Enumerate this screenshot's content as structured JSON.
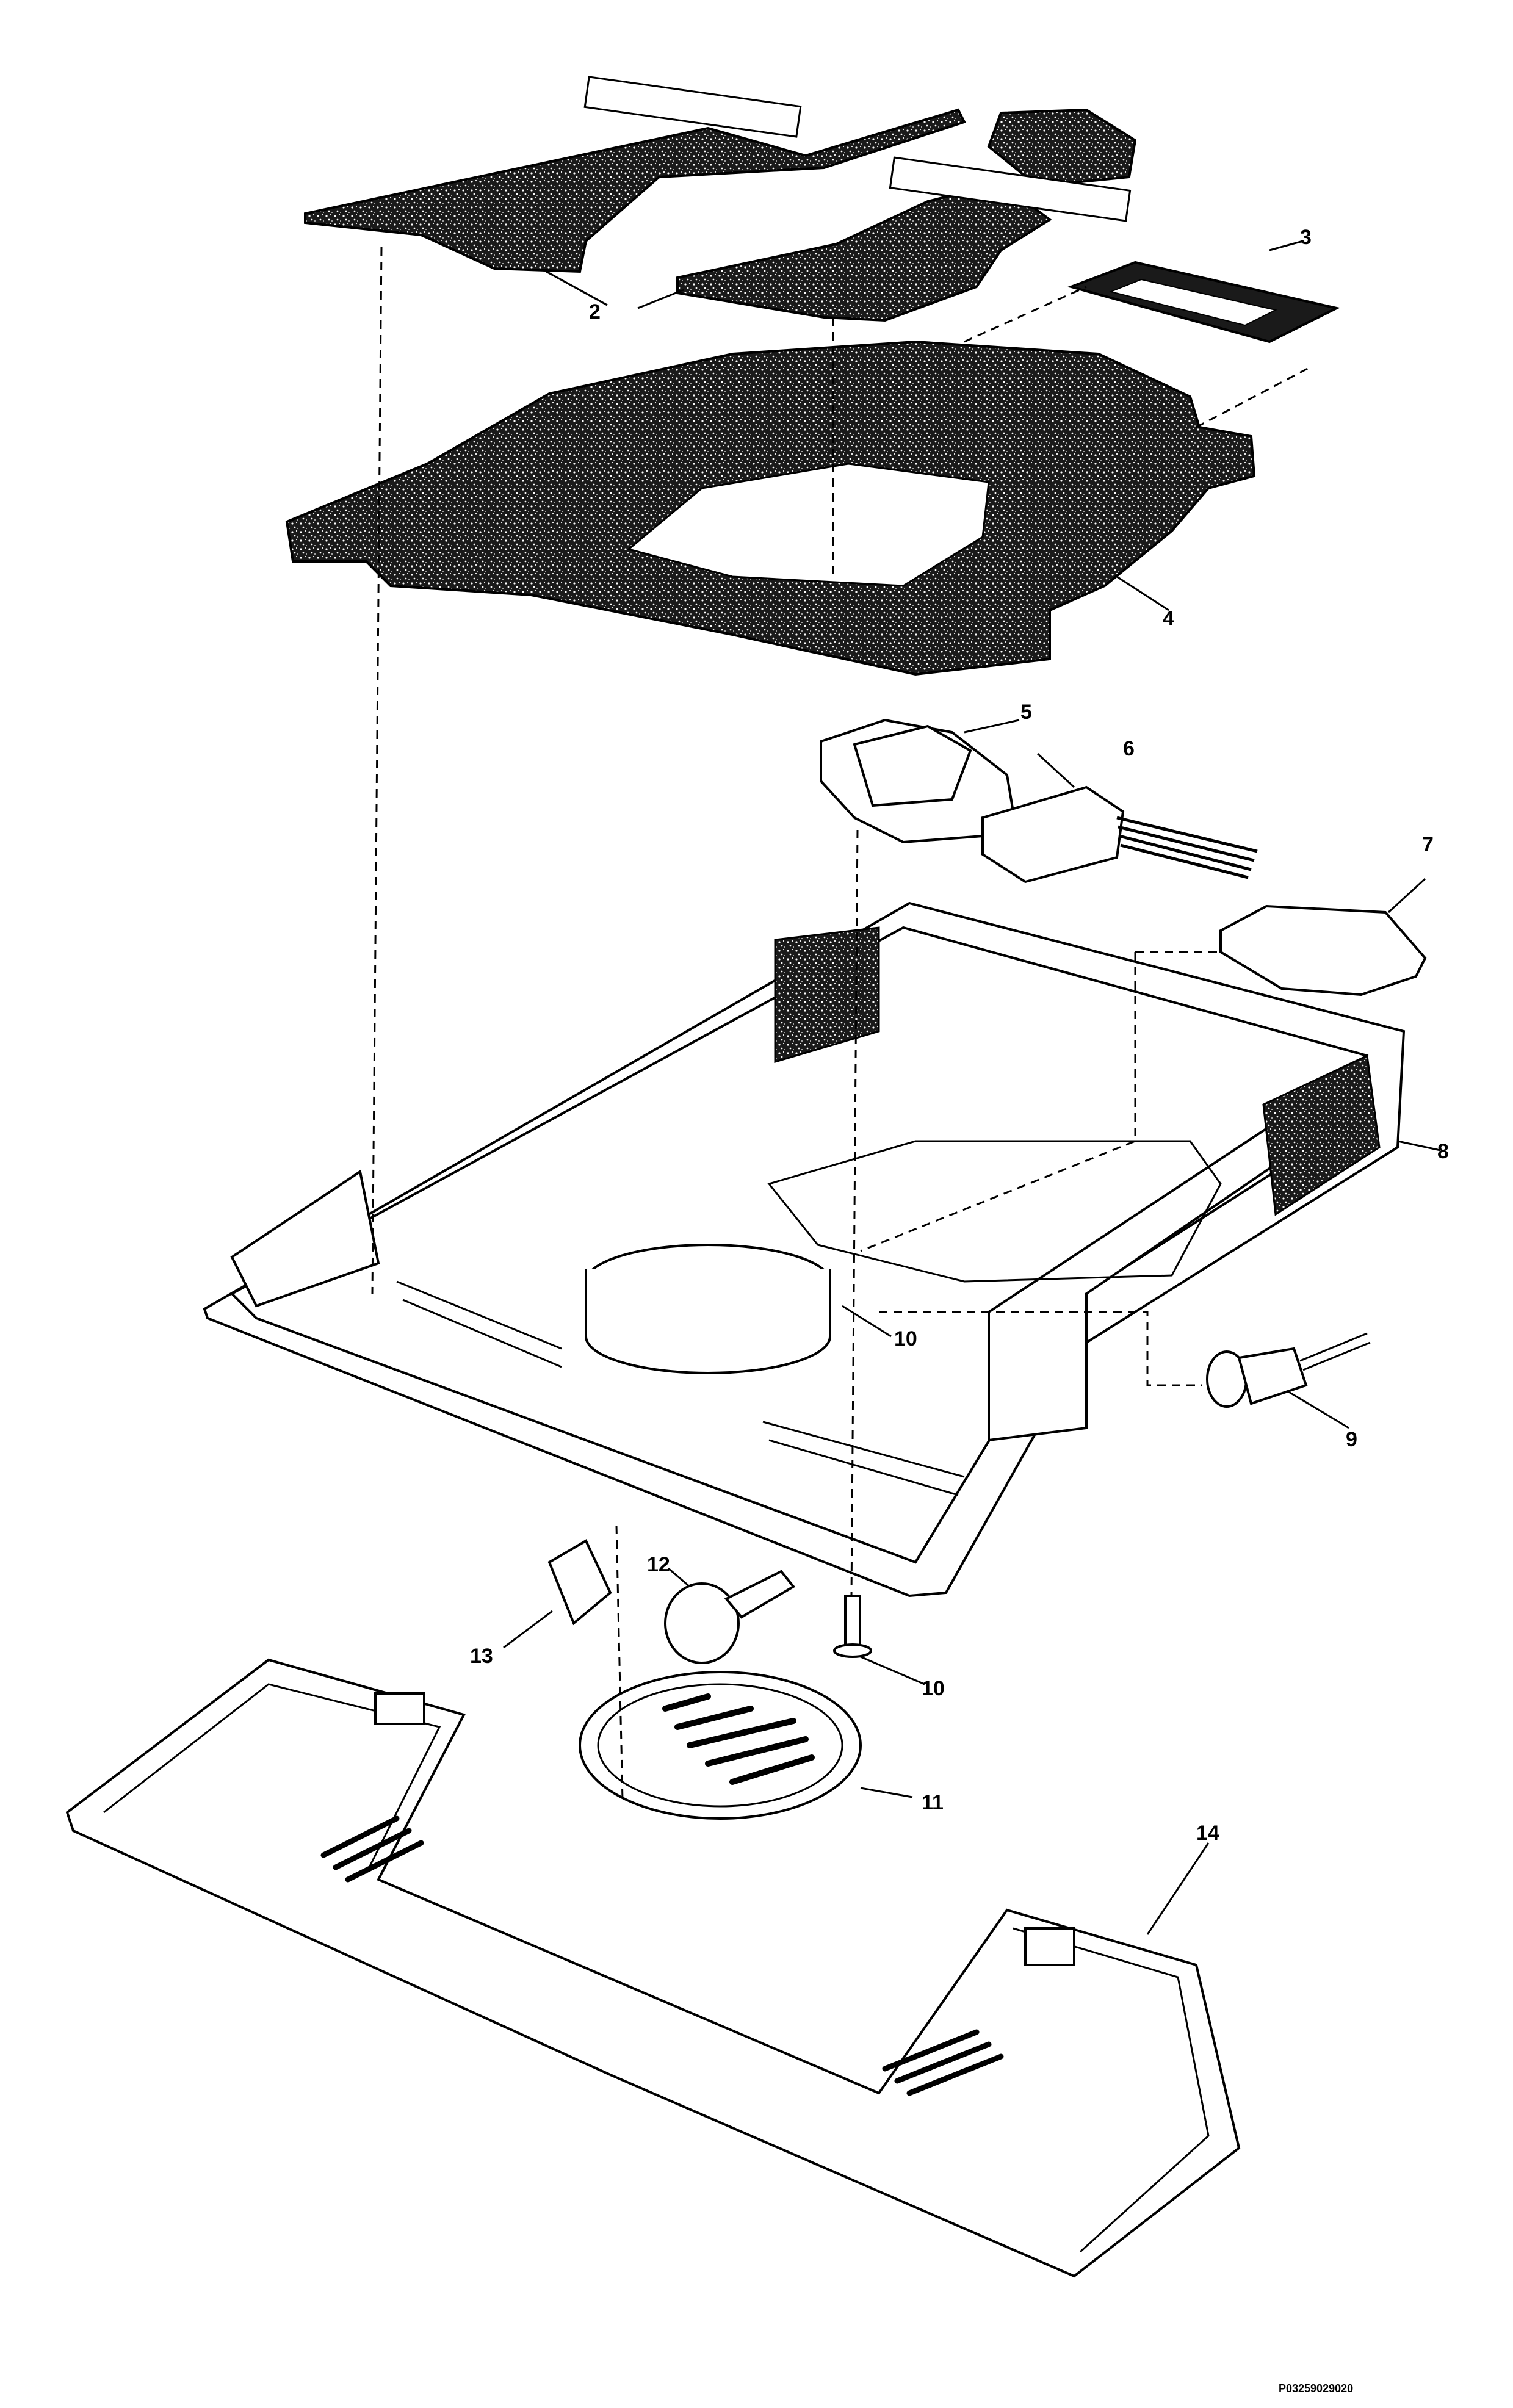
{
  "callouts": {
    "c2": "2",
    "c3": "3",
    "c4": "4",
    "c5": "5",
    "c6": "6",
    "c7": "7",
    "c8": "8",
    "c9": "9",
    "c10a": "10",
    "c10b": "10",
    "c11": "11",
    "c12": "12",
    "c13": "13",
    "c14": "14"
  },
  "document_id": "P03259029020"
}
